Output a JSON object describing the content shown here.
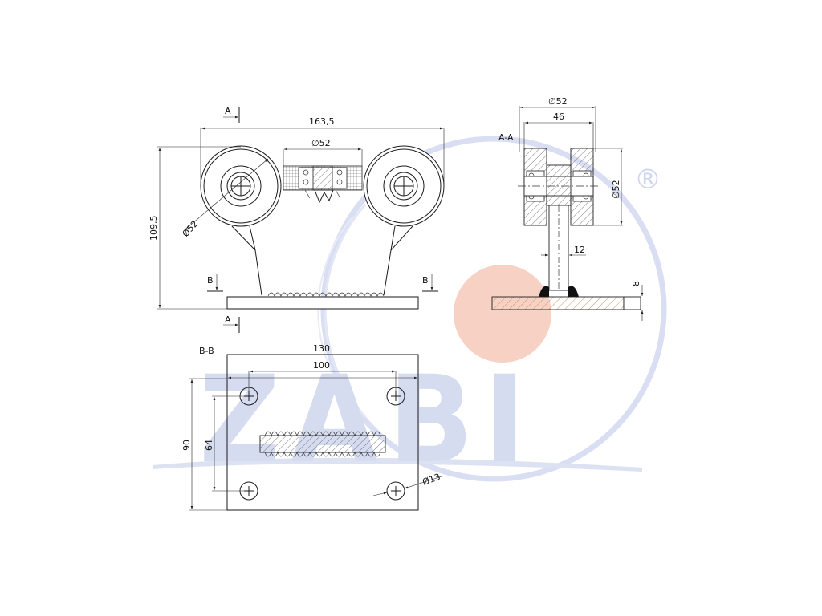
{
  "watermark": {
    "brand": "ZABI",
    "registered_mark": "®",
    "ring_color": "#d9def2",
    "dot_color": "#f7d2c4",
    "text_color": "#d6dcf0"
  },
  "views": {
    "front": {
      "width": "163,5",
      "height": "109,5",
      "wheel_diameter": "Ø52",
      "bearing_diameter": "∅52",
      "section_a_top": "A",
      "section_a_bottom": "A",
      "section_b_left": "B",
      "section_b_right": "B"
    },
    "section_aa": {
      "title": "A-A",
      "outer_diameter": "∅52",
      "inner_width": "46",
      "wheel_diameter": "∅52",
      "stem_width": "12",
      "plate_thickness": "8"
    },
    "section_bb": {
      "title": "B-B",
      "plate_width": "130",
      "hole_spacing_x": "100",
      "plate_height": "90",
      "hole_spacing_y": "64",
      "hole_diameter": "Ø13"
    }
  }
}
